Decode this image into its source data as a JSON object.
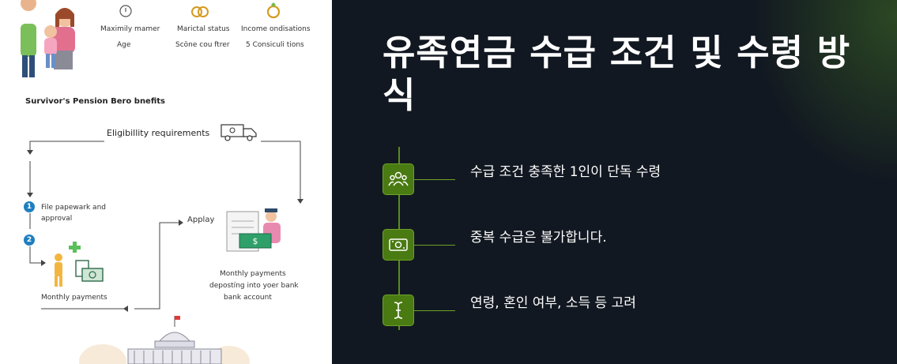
{
  "infographic": {
    "col1_top": "Maximily mamer",
    "col1_bottom": "Age",
    "col2_top": "Marictal status",
    "col2_bottom": "Scöne cou ftrer",
    "col3_top": "Income ondisations",
    "col3_bottom": "5 Consiculi tions",
    "heading": "Survivor's Pension Bero bnefits",
    "eligibility": "Eligibillity requirements",
    "step1_num": "1",
    "step2_num": "2",
    "step1_text_line1": "File papewark and",
    "step1_text_line2": "approval",
    "apply": "Applay",
    "monthly_left": "Monthly payments",
    "monthly_right_line1": "Monthly payments",
    "monthly_right_line2": "depostíng into yoer bank",
    "monthly_right_line3": "bank account"
  },
  "slide": {
    "title": "유족연금 수급 조건 및 수령 방식",
    "items": [
      {
        "icon": "people-icon",
        "text": "수급 조건 충족한 1인이 단독 수령"
      },
      {
        "icon": "money-icon",
        "text": "중복 수급은 불가합니다."
      },
      {
        "icon": "text-cursor-icon",
        "text": "연령, 혼인 여부, 소득 등 고려"
      }
    ]
  },
  "colors": {
    "accent_green": "#4a7a12",
    "background": "#121821",
    "step_blue": "#1f7fbf"
  }
}
